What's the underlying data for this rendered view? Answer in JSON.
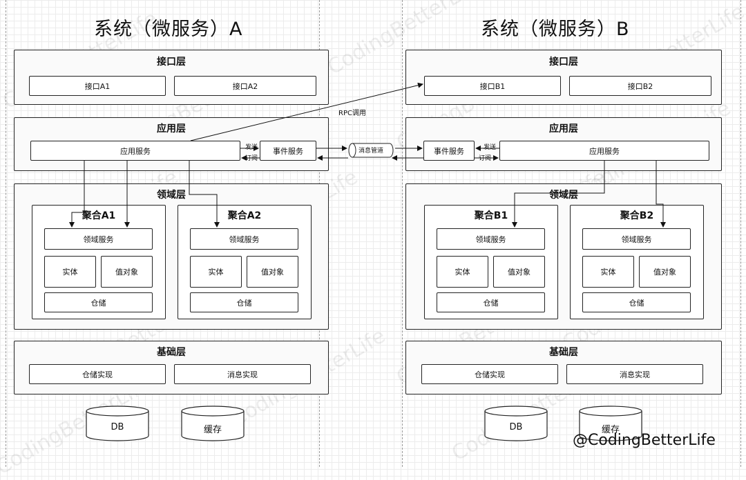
{
  "system_a": {
    "title": "系统（微服务）A",
    "interface_layer": {
      "title": "接口层",
      "items": [
        "接口A1",
        "接口A2"
      ]
    },
    "application_layer": {
      "title": "应用层",
      "app_service": "应用服务",
      "event_service": "事件服务",
      "send_label": "发送",
      "subscribe_label": "订阅"
    },
    "domain_layer": {
      "title": "领域层",
      "aggregates": [
        {
          "title": "聚合A1",
          "domain_service": "领域服务",
          "entity": "实体",
          "value_object": "值对象",
          "repository": "仓储"
        },
        {
          "title": "聚合A2",
          "domain_service": "领域服务",
          "entity": "实体",
          "value_object": "值对象",
          "repository": "仓储"
        }
      ]
    },
    "infrastructure_layer": {
      "title": "基础层",
      "items": [
        "仓储实现",
        "消息实现"
      ]
    },
    "storage": [
      "DB",
      "缓存"
    ]
  },
  "system_b": {
    "title": "系统（微服务）B",
    "interface_layer": {
      "title": "接口层",
      "items": [
        "接口B1",
        "接口B2"
      ]
    },
    "application_layer": {
      "title": "应用层",
      "app_service": "应用服务",
      "event_service": "事件服务",
      "send_label": "发送",
      "subscribe_label": "订阅"
    },
    "domain_layer": {
      "title": "领域层",
      "aggregates": [
        {
          "title": "聚合B1",
          "domain_service": "领域服务",
          "entity": "实体",
          "value_object": "值对象",
          "repository": "仓储"
        },
        {
          "title": "聚合B2",
          "domain_service": "领域服务",
          "entity": "实体",
          "value_object": "值对象",
          "repository": "仓储"
        }
      ]
    },
    "infrastructure_layer": {
      "title": "基础层",
      "items": [
        "仓储实现",
        "消息实现"
      ]
    },
    "storage": [
      "DB",
      "缓存"
    ]
  },
  "message_pipe": "消息管道",
  "rpc_label": "RPC调用",
  "watermark": "CodingBetterLife",
  "handle": "@CodingBetterLife"
}
